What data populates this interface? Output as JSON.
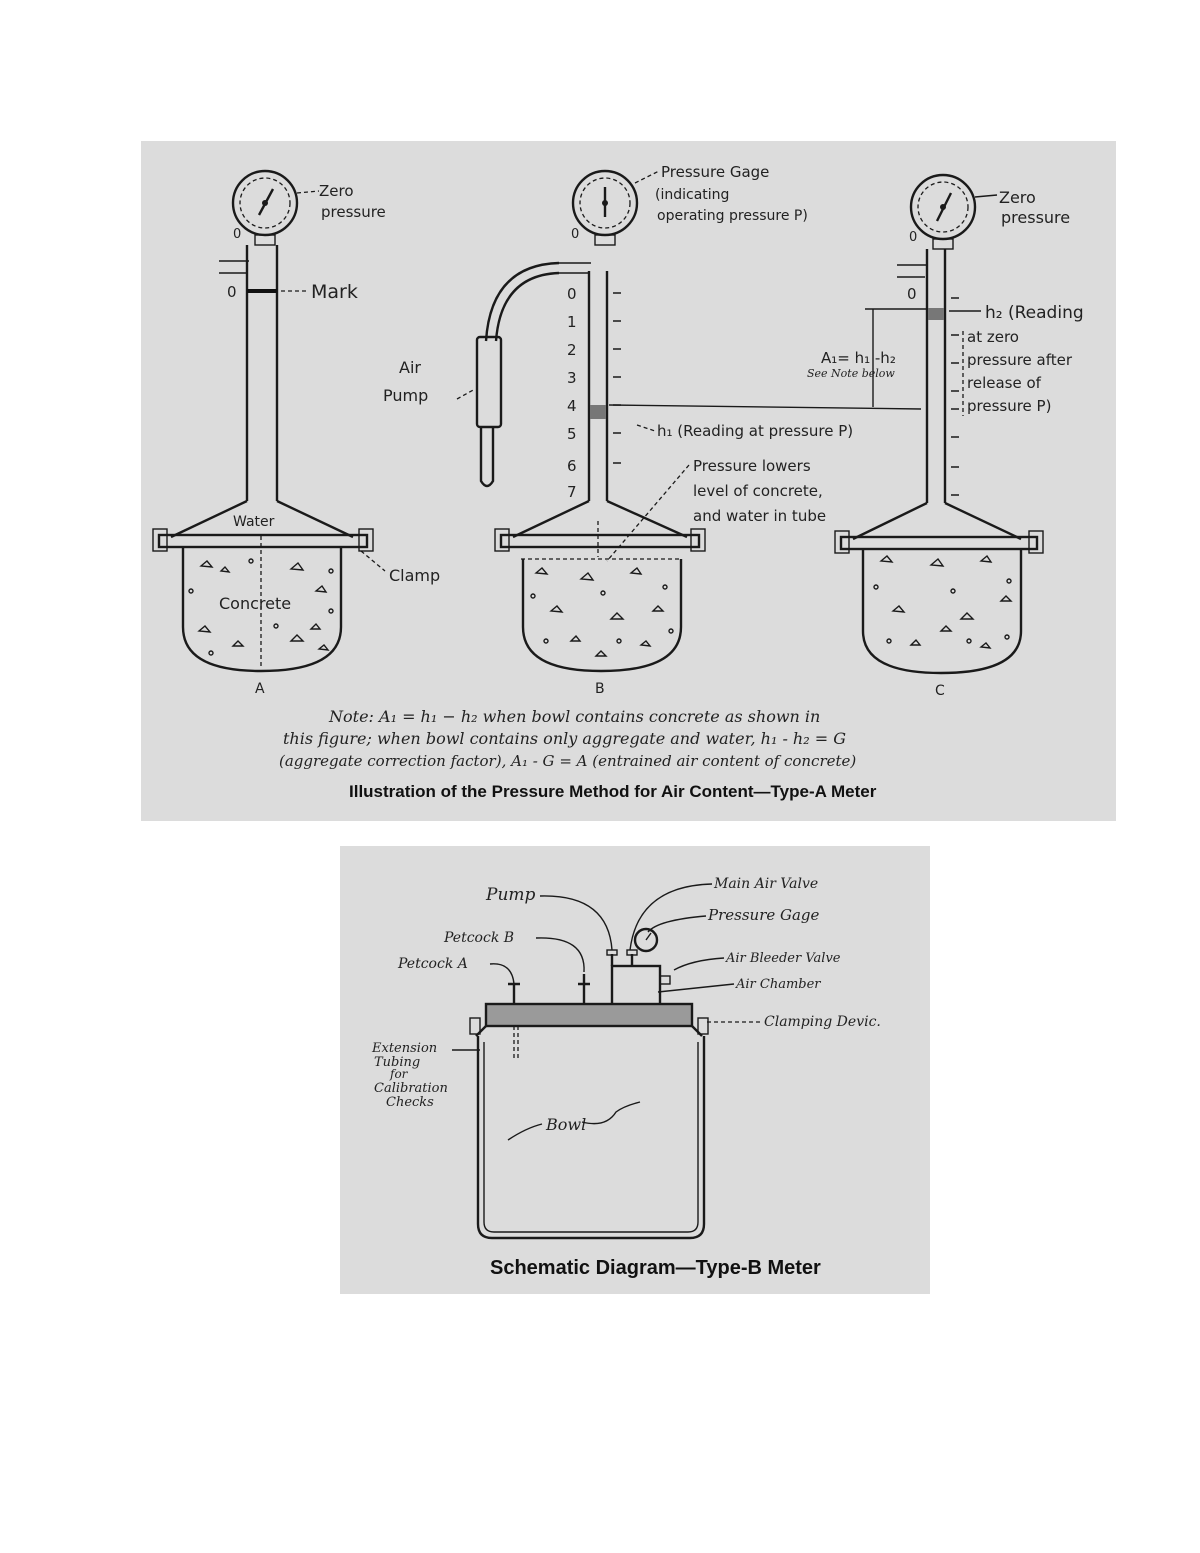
{
  "typeA": {
    "caption": "Illustration of the Pressure Method for Air Content—Type-A Meter",
    "meterA": {
      "letter": "A",
      "gauge_zero": "0",
      "zero_pressure_1": "Zero",
      "zero_pressure_2": "pressure",
      "mark_zero": "0",
      "mark": "Mark",
      "water": "Water",
      "concrete": "Concrete",
      "clamp": "Clamp"
    },
    "meterB": {
      "letter": "B",
      "gauge_zero": "0",
      "gage_1": "Pressure Gage",
      "gage_2": "(indicating",
      "gage_3": "operating pressure P)",
      "air_pump_1": "Air",
      "air_pump_2": "Pump",
      "scale": [
        "0",
        "1",
        "2",
        "3",
        "4",
        "5",
        "6",
        "7"
      ],
      "h1": "h₁ (Reading at pressure P)",
      "lowers_1": "Pressure lowers",
      "lowers_2": "level of concrete,",
      "lowers_3": "and water in tube"
    },
    "meterC": {
      "letter": "C",
      "gauge_zero": "0",
      "zero_pressure_1": "Zero",
      "zero_pressure_2": "pressure",
      "scale_zero": "0",
      "h2_1": "h₂ (Reading",
      "h2_2": "at zero",
      "h2_3": "pressure after",
      "h2_4": "release of",
      "h2_5": "pressure P)",
      "a1_formula": "A₁= h₁ -h₂",
      "see_note": "See Note below"
    },
    "note": {
      "line1": "Note: A₁ = h₁ − h₂  when bowl contains concrete as shown in",
      "line2": "this figure; when bowl contains only aggregate and water, h₁ - h₂ = G",
      "line3": "(aggregate correction factor), A₁ - G = A (entrained air content of concrete)"
    }
  },
  "typeB": {
    "caption": "Schematic Diagram—Type-B Meter",
    "labels": {
      "pump": "Pump",
      "main_air_valve": "Main Air Valve",
      "pressure_gage": "Pressure Gage",
      "petcock_b": "Petcock B",
      "petcock_a": "Petcock A",
      "air_bleeder_valve": "Air Bleeder Valve",
      "air_chamber": "Air Chamber",
      "clamping_device": "Clamping Devic.",
      "ext_1": "Extension",
      "ext_2": "Tubing",
      "ext_3": "for",
      "ext_4": "Calibration",
      "ext_5": "Checks",
      "bowl": "Bowl"
    }
  }
}
